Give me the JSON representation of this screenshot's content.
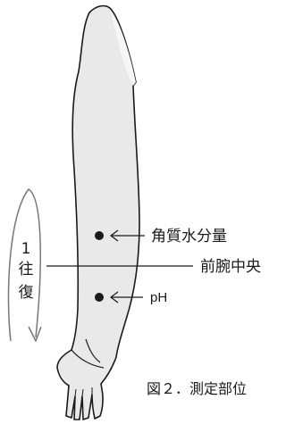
{
  "labels": {
    "corneum_water": "角質水分量",
    "forearm_center": "前腕中央",
    "ph": "pH",
    "round_trip_number": "1",
    "round_trip_char1": "往",
    "round_trip_char2": "復"
  },
  "caption": "図２．測定部位",
  "colors": {
    "arm_fill": "#e9e9e9",
    "arm_highlight": "#f6f6f6",
    "outline": "#1a1a1a",
    "arrow_gray": "#777777"
  }
}
